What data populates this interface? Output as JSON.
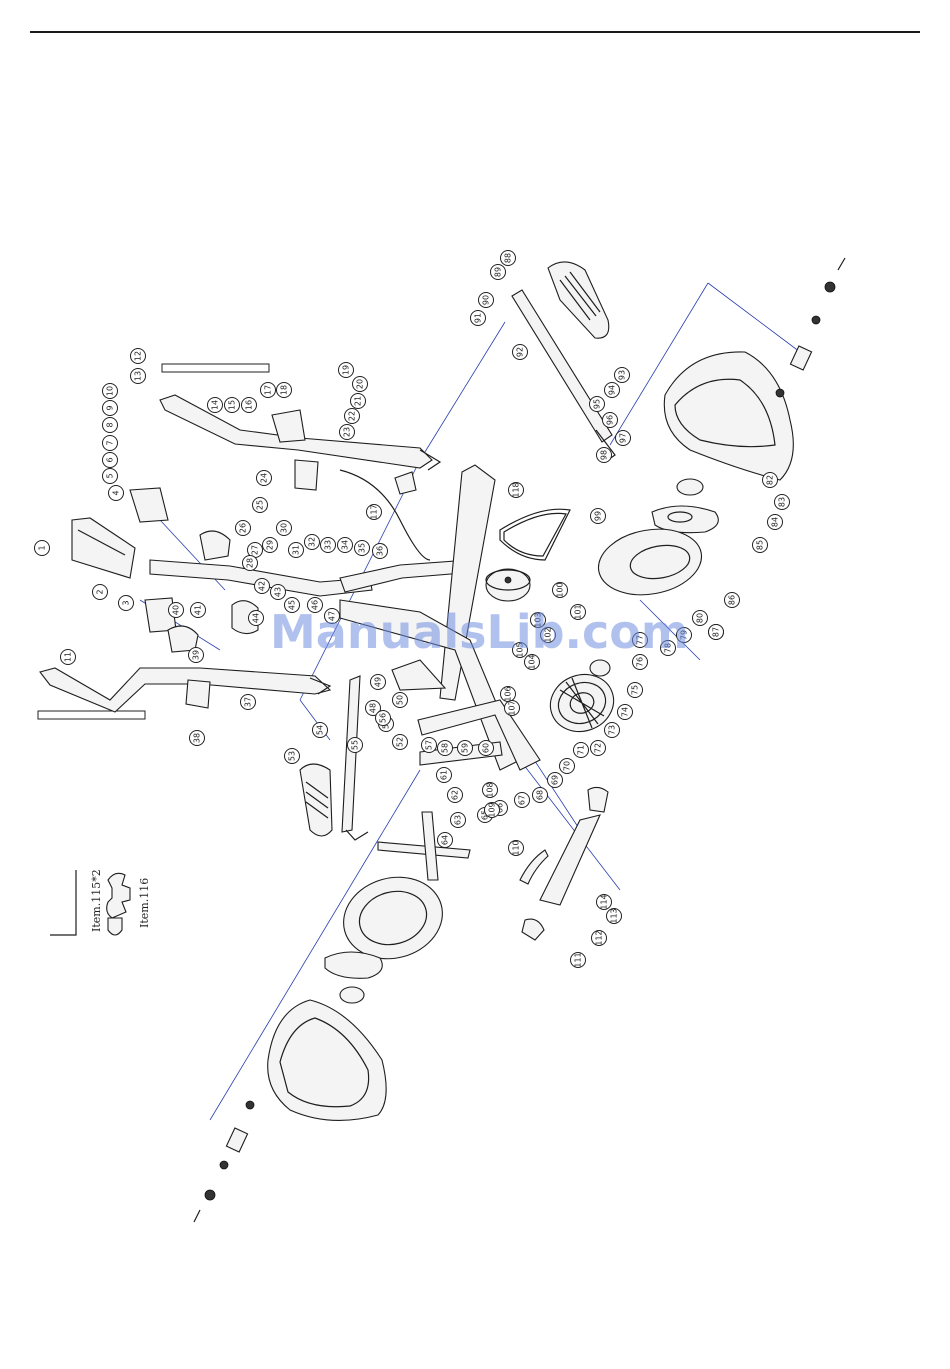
{
  "watermark": "ManualsLib.com",
  "tools": {
    "allen_key_label": "Item.115*2",
    "wrench_label": "Item.116"
  },
  "colors": {
    "line": "#1e1e1e",
    "leader": "#2a3fb0",
    "watermark": "#6f8ee0"
  },
  "callouts": [
    {
      "n": "1"
    },
    {
      "n": "2"
    },
    {
      "n": "3"
    },
    {
      "n": "4"
    },
    {
      "n": "5"
    },
    {
      "n": "6"
    },
    {
      "n": "7"
    },
    {
      "n": "8"
    },
    {
      "n": "9"
    },
    {
      "n": "10"
    },
    {
      "n": "11"
    },
    {
      "n": "12"
    },
    {
      "n": "13"
    },
    {
      "n": "14"
    },
    {
      "n": "15"
    },
    {
      "n": "16"
    },
    {
      "n": "17"
    },
    {
      "n": "18"
    },
    {
      "n": "19"
    },
    {
      "n": "20"
    },
    {
      "n": "21"
    },
    {
      "n": "22"
    },
    {
      "n": "23"
    },
    {
      "n": "24"
    },
    {
      "n": "25"
    },
    {
      "n": "26"
    },
    {
      "n": "27"
    },
    {
      "n": "28"
    },
    {
      "n": "29"
    },
    {
      "n": "30"
    },
    {
      "n": "31"
    },
    {
      "n": "32"
    },
    {
      "n": "33"
    },
    {
      "n": "34"
    },
    {
      "n": "35"
    },
    {
      "n": "36"
    },
    {
      "n": "37"
    },
    {
      "n": "38"
    },
    {
      "n": "39"
    },
    {
      "n": "40"
    },
    {
      "n": "41"
    },
    {
      "n": "42"
    },
    {
      "n": "43"
    },
    {
      "n": "44"
    },
    {
      "n": "45"
    },
    {
      "n": "46"
    },
    {
      "n": "47"
    },
    {
      "n": "48"
    },
    {
      "n": "49"
    },
    {
      "n": "50"
    },
    {
      "n": "51"
    },
    {
      "n": "52"
    },
    {
      "n": "53"
    },
    {
      "n": "54"
    },
    {
      "n": "55"
    },
    {
      "n": "56"
    },
    {
      "n": "57"
    },
    {
      "n": "58"
    },
    {
      "n": "59"
    },
    {
      "n": "60"
    },
    {
      "n": "61"
    },
    {
      "n": "62"
    },
    {
      "n": "63"
    },
    {
      "n": "64"
    },
    {
      "n": "65"
    },
    {
      "n": "66"
    },
    {
      "n": "67"
    },
    {
      "n": "68"
    },
    {
      "n": "69"
    },
    {
      "n": "70"
    },
    {
      "n": "71"
    },
    {
      "n": "72"
    },
    {
      "n": "73"
    },
    {
      "n": "74"
    },
    {
      "n": "75"
    },
    {
      "n": "76"
    },
    {
      "n": "77"
    },
    {
      "n": "78"
    },
    {
      "n": "79"
    },
    {
      "n": "80"
    },
    {
      "n": "81"
    },
    {
      "n": "82"
    },
    {
      "n": "83"
    },
    {
      "n": "84"
    },
    {
      "n": "85"
    },
    {
      "n": "86"
    },
    {
      "n": "87"
    },
    {
      "n": "88"
    },
    {
      "n": "89"
    },
    {
      "n": "90"
    },
    {
      "n": "91"
    },
    {
      "n": "92"
    },
    {
      "n": "93"
    },
    {
      "n": "94"
    },
    {
      "n": "95"
    },
    {
      "n": "96"
    },
    {
      "n": "97"
    },
    {
      "n": "98"
    },
    {
      "n": "99"
    },
    {
      "n": "100"
    },
    {
      "n": "101"
    },
    {
      "n": "102"
    },
    {
      "n": "103"
    },
    {
      "n": "104"
    },
    {
      "n": "105"
    },
    {
      "n": "106"
    },
    {
      "n": "107"
    },
    {
      "n": "108"
    },
    {
      "n": "109"
    },
    {
      "n": "110"
    },
    {
      "n": "111"
    },
    {
      "n": "112"
    },
    {
      "n": "113"
    },
    {
      "n": "114"
    },
    {
      "n": "117"
    },
    {
      "n": "118"
    }
  ]
}
